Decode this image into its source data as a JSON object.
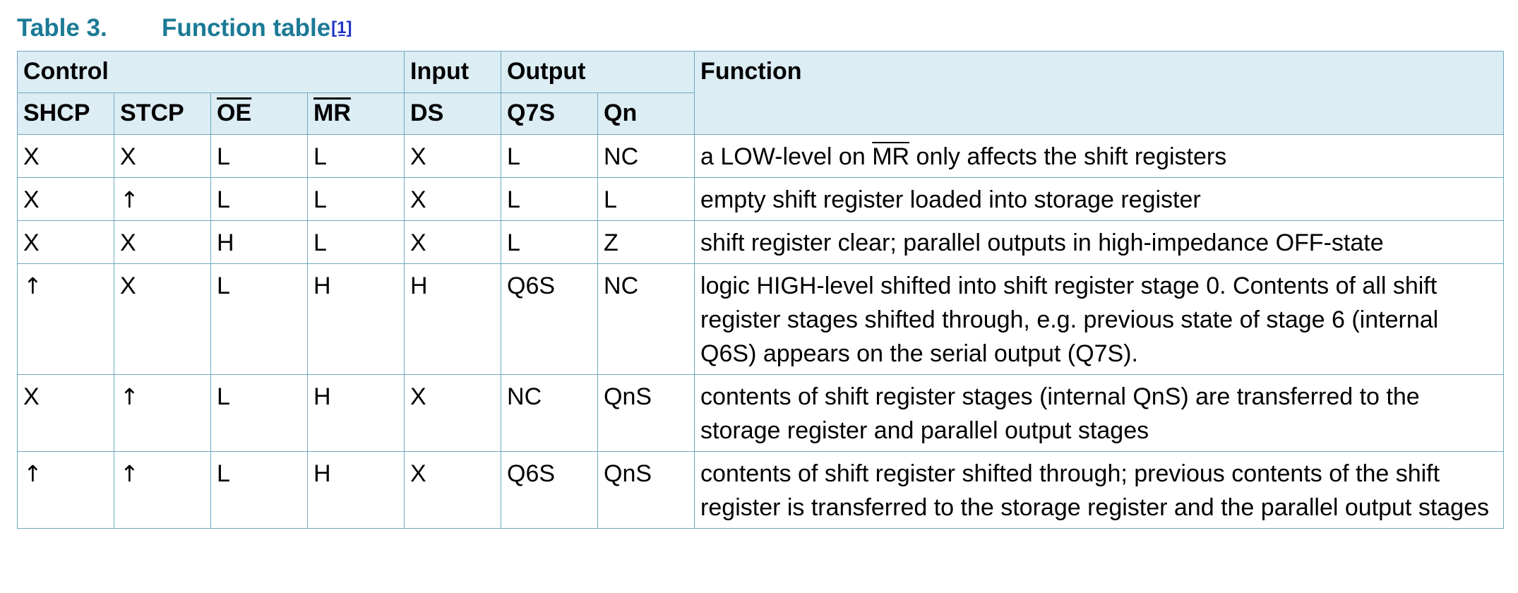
{
  "caption": {
    "number": "Table 3.",
    "title": "Function table",
    "footnote_ref": "[1]"
  },
  "header": {
    "group_control": "Control",
    "group_input": "Input",
    "group_output": "Output",
    "group_function": "Function",
    "col_shcp": "SHCP",
    "col_stcp": "STCP",
    "col_oe": "OE",
    "col_mr": "MR",
    "col_ds": "DS",
    "col_q7s": "Q7S",
    "col_qn": "Qn"
  },
  "icons": {
    "rising_edge": "up-arrow-icon",
    "rising_edge_glyph": "↑"
  },
  "rows": [
    {
      "shcp": "X",
      "stcp": "X",
      "oe": "L",
      "mr": "L",
      "ds": "X",
      "q7s": "L",
      "qn": "NC",
      "function_pre": "a LOW-level on ",
      "function_ovl": "MR",
      "function_post": " only affects the shift registers"
    },
    {
      "shcp": "X",
      "stcp": "↑",
      "oe": "L",
      "mr": "L",
      "ds": "X",
      "q7s": "L",
      "qn": "L",
      "function": "empty shift register loaded into storage register"
    },
    {
      "shcp": "X",
      "stcp": "X",
      "oe": "H",
      "mr": "L",
      "ds": "X",
      "q7s": "L",
      "qn": "Z",
      "function": "shift register clear; parallel outputs in high-impedance OFF-state"
    },
    {
      "shcp": "↑",
      "stcp": "X",
      "oe": "L",
      "mr": "H",
      "ds": "H",
      "q7s": "Q6S",
      "qn": "NC",
      "function": "logic HIGH-level shifted into shift register stage 0. Contents of all shift register stages shifted through, e.g. previous state of stage 6 (internal Q6S) appears on the serial output (Q7S)."
    },
    {
      "shcp": "X",
      "stcp": "↑",
      "oe": "L",
      "mr": "H",
      "ds": "X",
      "q7s": "NC",
      "qn": "QnS",
      "function": "contents of shift register stages (internal QnS) are transferred to the storage register and parallel output stages"
    },
    {
      "shcp": "↑",
      "stcp": "↑",
      "oe": "L",
      "mr": "H",
      "ds": "X",
      "q7s": "Q6S",
      "qn": "QnS",
      "function": "contents of shift register shifted through; previous contents of the shift register is transferred to the storage register and the parallel output stages"
    }
  ],
  "colors": {
    "caption": "#1b7a95",
    "footnote_link": "#1d33c8",
    "header_bg": "#dcedf4",
    "border": "#6fa9bf"
  }
}
